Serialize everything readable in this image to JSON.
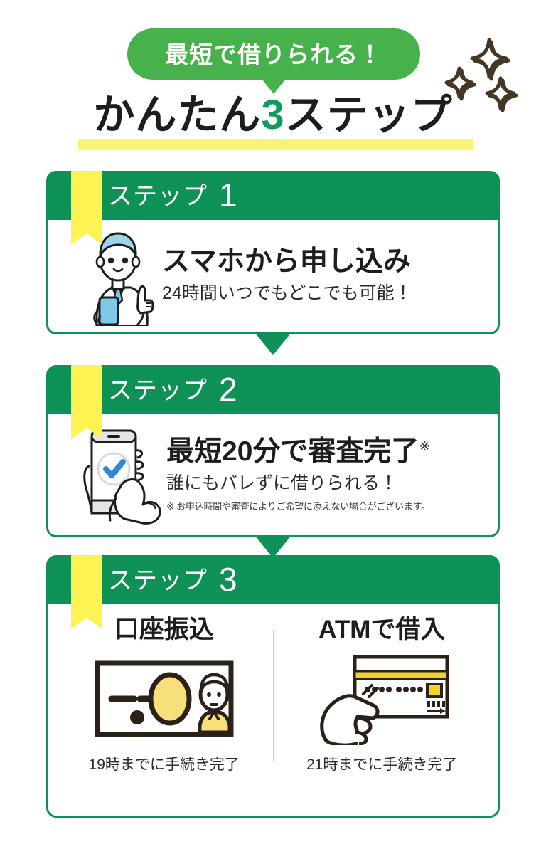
{
  "header": {
    "bubble_text": "最短で借りられる！",
    "title_prefix": "かんたん",
    "title_number": "3",
    "title_suffix": "ステップ",
    "sparkle_count": 3
  },
  "colors": {
    "bubble_green": "#47b14c",
    "card_green": "#0d9157",
    "ribbon_yellow": "#fdf451",
    "highlight_yellow": "#faf373",
    "sparkle_fill": "#f7dd72",
    "sparkle_outline": "#453726",
    "text_dark": "#1d1d1d",
    "accent_blue": "#2e86d8",
    "hair_blue": "#a9d7ea",
    "note_yellow": "#f7e07c"
  },
  "steps": [
    {
      "label": "ステップ",
      "number": "1",
      "illustration": "person-pointing-with-smartphone-icon",
      "headline": "スマホから申し込み",
      "note_mark": "",
      "subline": "24時間いつでもどこでも可能！",
      "fineprint": ""
    },
    {
      "label": "ステップ",
      "number": "2",
      "illustration": "smartphone-tap-check-icon",
      "headline": "最短20分で審査完了",
      "note_mark": "※",
      "subline": "誰にもバレずに借りられる！",
      "fineprint": "※ お申込時間や審査によりご希望に添えない場合がございます。"
    },
    {
      "label": "ステップ",
      "number": "3",
      "illustration": "",
      "headline": "",
      "note_mark": "",
      "subline": "",
      "fineprint": "",
      "columns": [
        {
          "title": "口座振込",
          "figure": "banknote-icon",
          "caption": "19時までに手続き完了"
        },
        {
          "title": "ATMで借入",
          "figure": "hand-holding-card-icon",
          "caption": "21時までに手続き完了"
        }
      ]
    }
  ]
}
